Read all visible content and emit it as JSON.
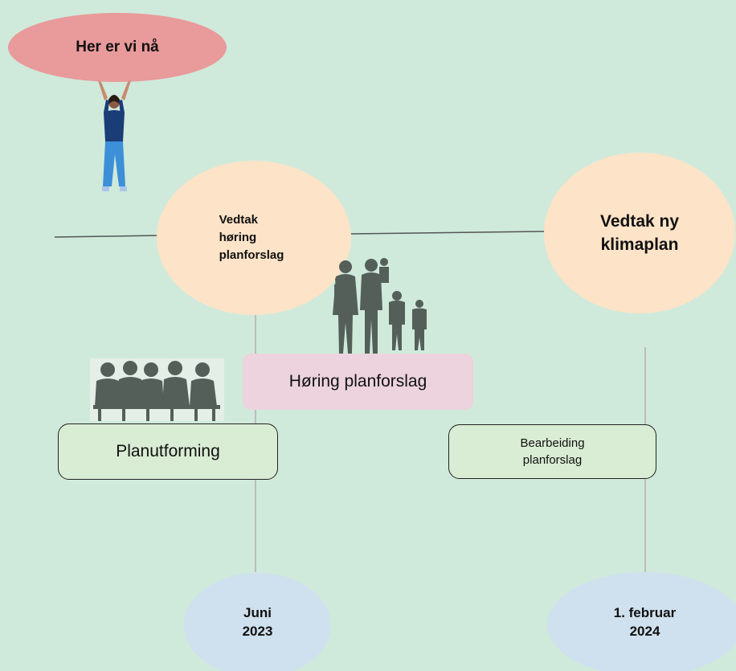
{
  "here": {
    "label": "Her er vi nå"
  },
  "milestones": {
    "vedtak_horing": "Vedtak\nhøring\nplanforslag",
    "vedtak_klimaplan": "Vedtak ny\nklimaplan"
  },
  "phases": {
    "planutforming": "Planutforming",
    "horing": "Høring planforslag",
    "bearbeiding": "Bearbeiding\nplanforslag"
  },
  "dates": {
    "juni": "Juni\n2023",
    "februar": "1. februar\n2024"
  },
  "colors": {
    "background": "#cfeadb",
    "here_ellipse": "#e99a9a",
    "milestone_circle": "#fde3c8",
    "date_ellipse": "#cfe0ee",
    "horing_box": "#ecd3dd",
    "phase_box": "#d9ecd4",
    "silhouette": "#555f5a"
  },
  "icons": {
    "person_figure": "woman-raising-arms-icon",
    "family": "family-silhouette-icon",
    "meeting": "meeting-silhouette-icon"
  }
}
